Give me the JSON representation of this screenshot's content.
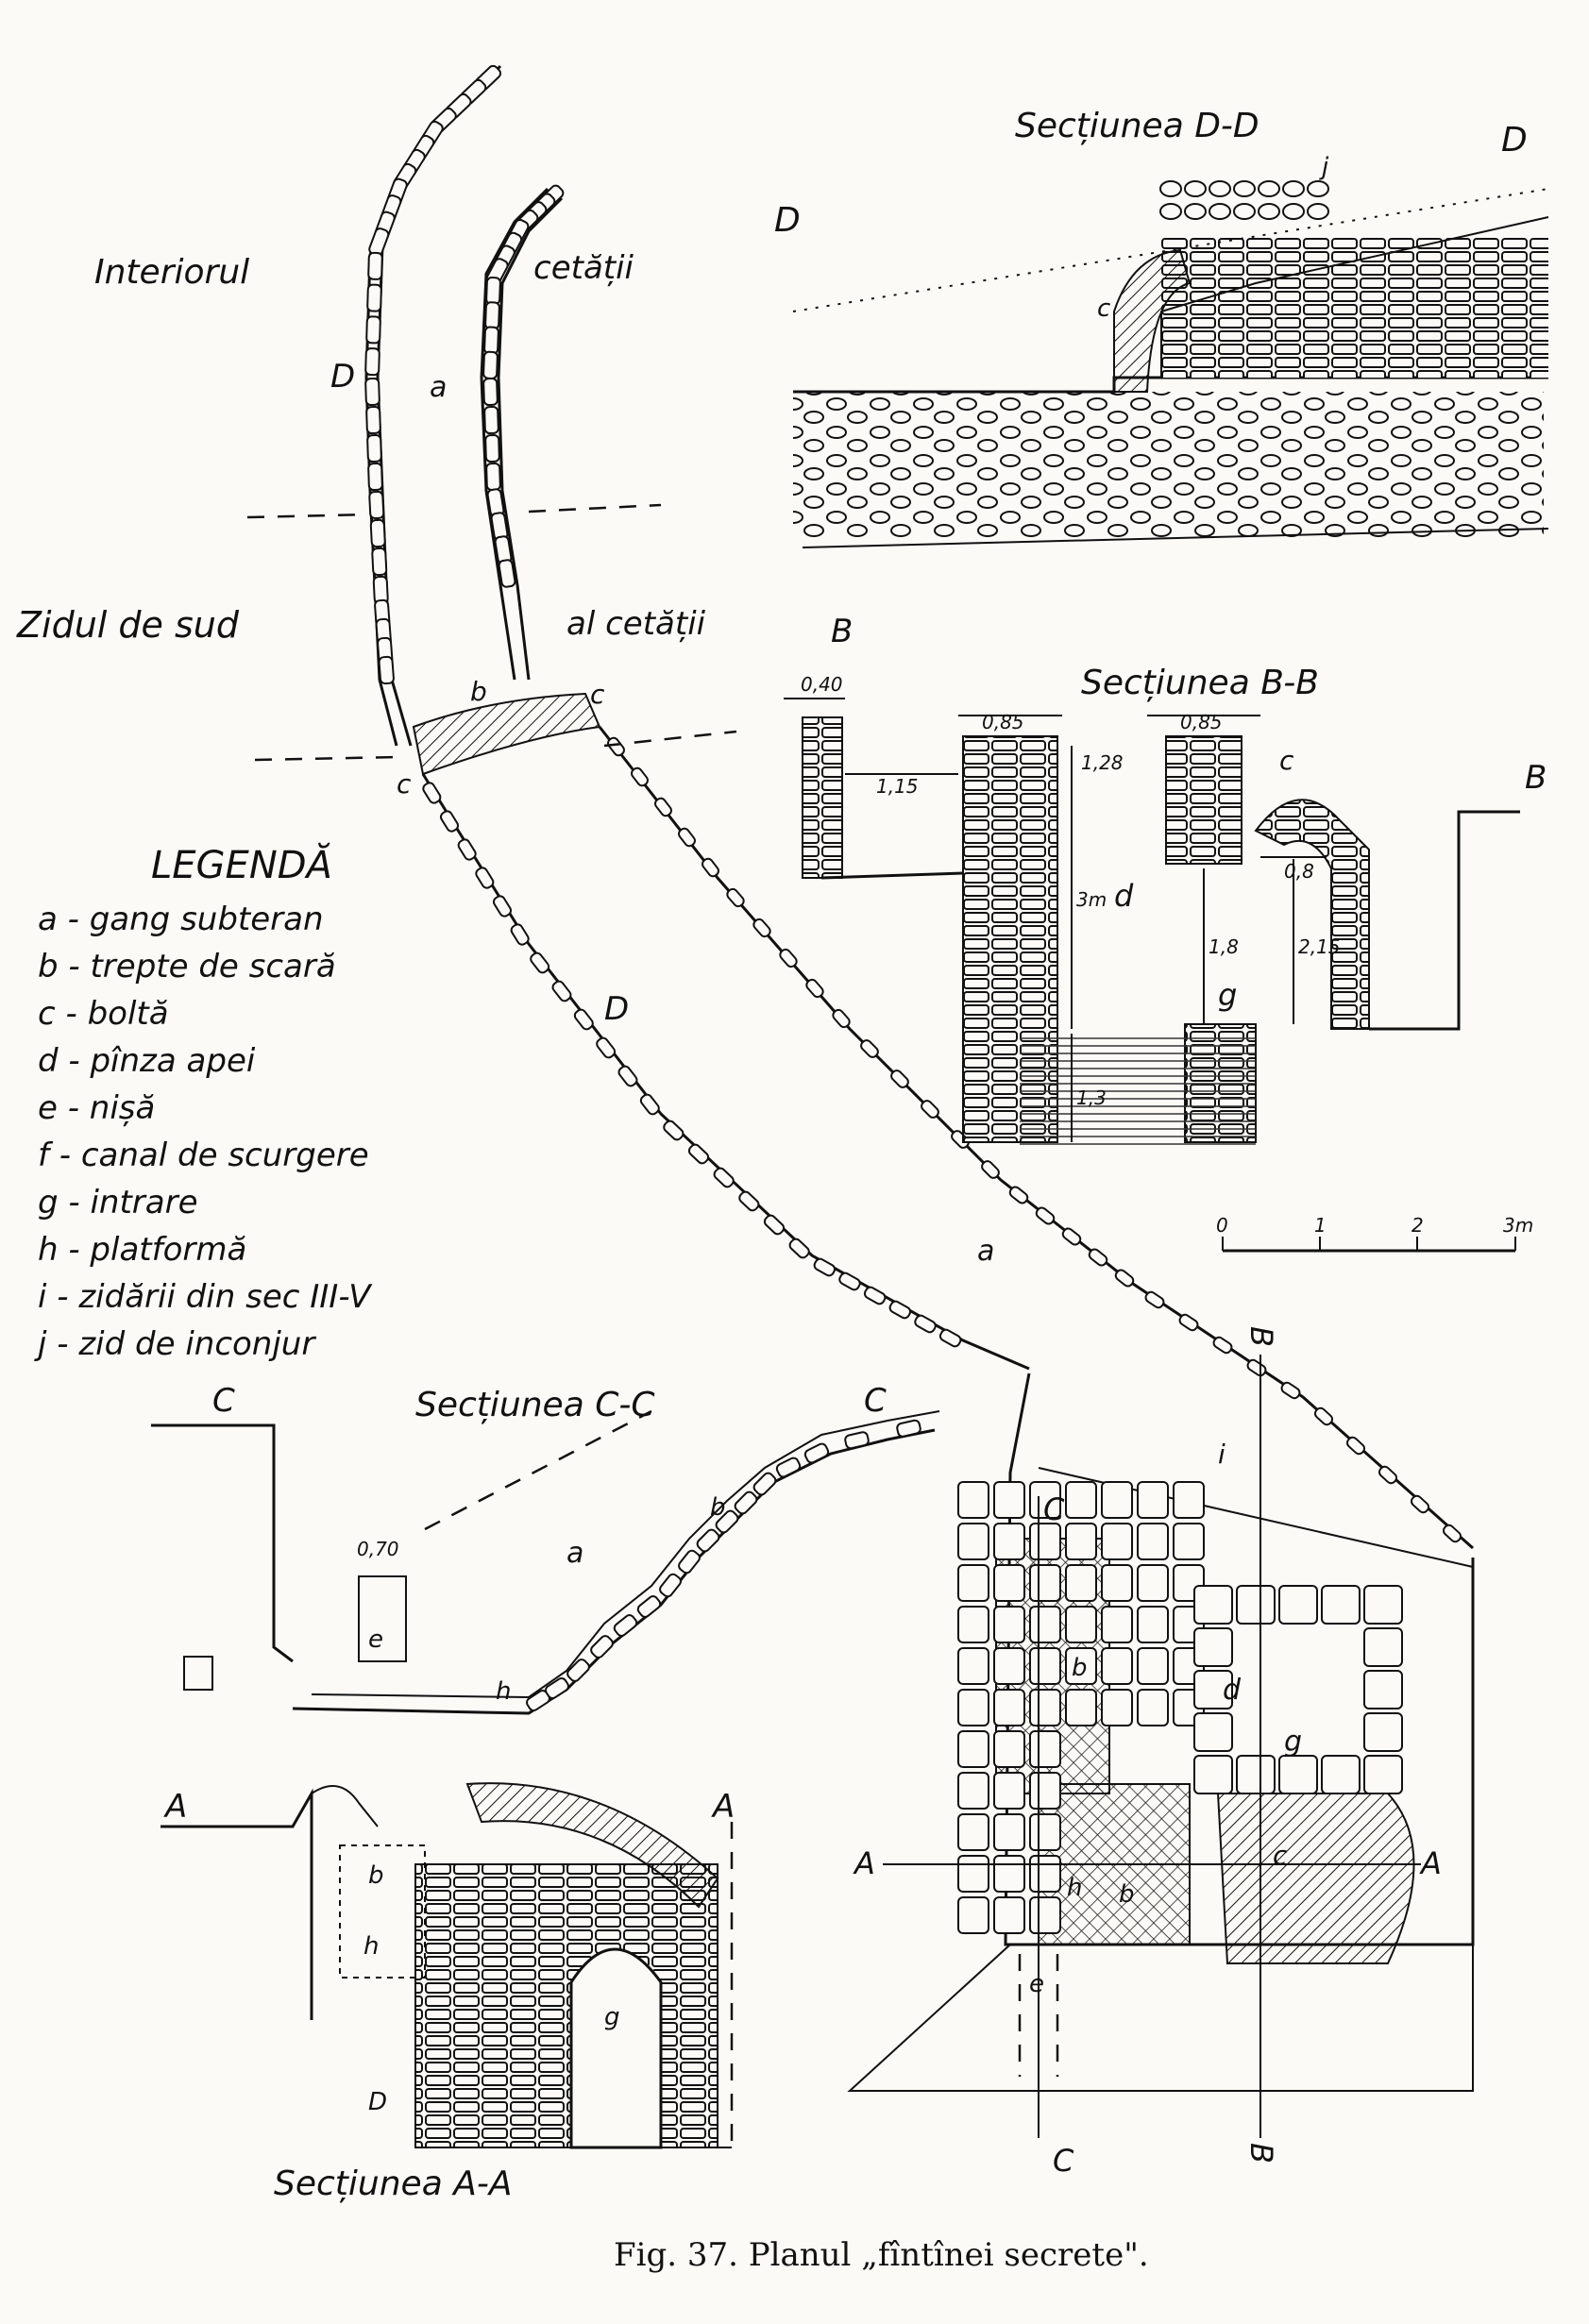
{
  "labels": {
    "interior_left": "Interiorul",
    "interior_right": "cetății",
    "wall_left": "Zidul de sud",
    "wall_right": "al cetății",
    "tunnel_a_top": "a",
    "tunnel_a_bottom": "a",
    "d_upper": "D",
    "d_mid": "D",
    "b_steps": "b",
    "c_left": "c",
    "c_right": "c"
  },
  "legend": {
    "title": "LEGENDĂ",
    "items": [
      "a - gang subteran",
      "b - trepte de scară",
      "c - boltă",
      "d - pînza apei",
      "e - nișă",
      "f - canal de scurgere",
      "g - intrare",
      "h - platformă",
      "i - zidării din sec III-V",
      "j - zid de inconjur"
    ]
  },
  "section_dd": {
    "title": "Secțiunea D-D",
    "left_mark": "D",
    "right_mark": "D",
    "c_mark": "c",
    "j_mark": "j"
  },
  "section_bb": {
    "title": "Secțiunea B-B",
    "left_mark": "B",
    "right_mark": "B",
    "dim_040": "0,40",
    "dim_115": "1,15",
    "dim_085_left": "0,85",
    "dim_128": "1,28",
    "dim_085_right": "0,85",
    "dim_3m": "3m",
    "dim_18": "1,8",
    "dim_215": "2,15",
    "dim_08": "0,8",
    "dim_13": "1,3",
    "d_mark": "d",
    "g_mark": "g",
    "c_mark": "c"
  },
  "scale": {
    "ticks": [
      "0",
      "1",
      "2",
      "3m"
    ]
  },
  "section_cc": {
    "title": "Secțiunea C-C",
    "left_mark": "C",
    "right_mark": "C",
    "dim_070": "0,70",
    "a_mark": "a",
    "b_mark": "b",
    "e_mark": "e",
    "h_mark": "h"
  },
  "section_aa": {
    "title": "Secțiunea A-A",
    "left_mark": "A",
    "right_mark": "A",
    "b_mark": "b",
    "h_mark": "h",
    "g_mark": "g",
    "d_mark": "D"
  },
  "plan": {
    "a_left": "A",
    "a_right": "A",
    "b_top": "B",
    "b_bottom": "B",
    "c_top": "C",
    "c_bottom": "C",
    "i_mark": "i",
    "d_mark": "d",
    "g_mark": "g",
    "c_mark": "c",
    "h_mark": "h",
    "b_mark": "b",
    "b2_mark": "b",
    "e_mark": "e"
  },
  "caption": "Fig. 37. Planul „fîntînei secrete\"."
}
